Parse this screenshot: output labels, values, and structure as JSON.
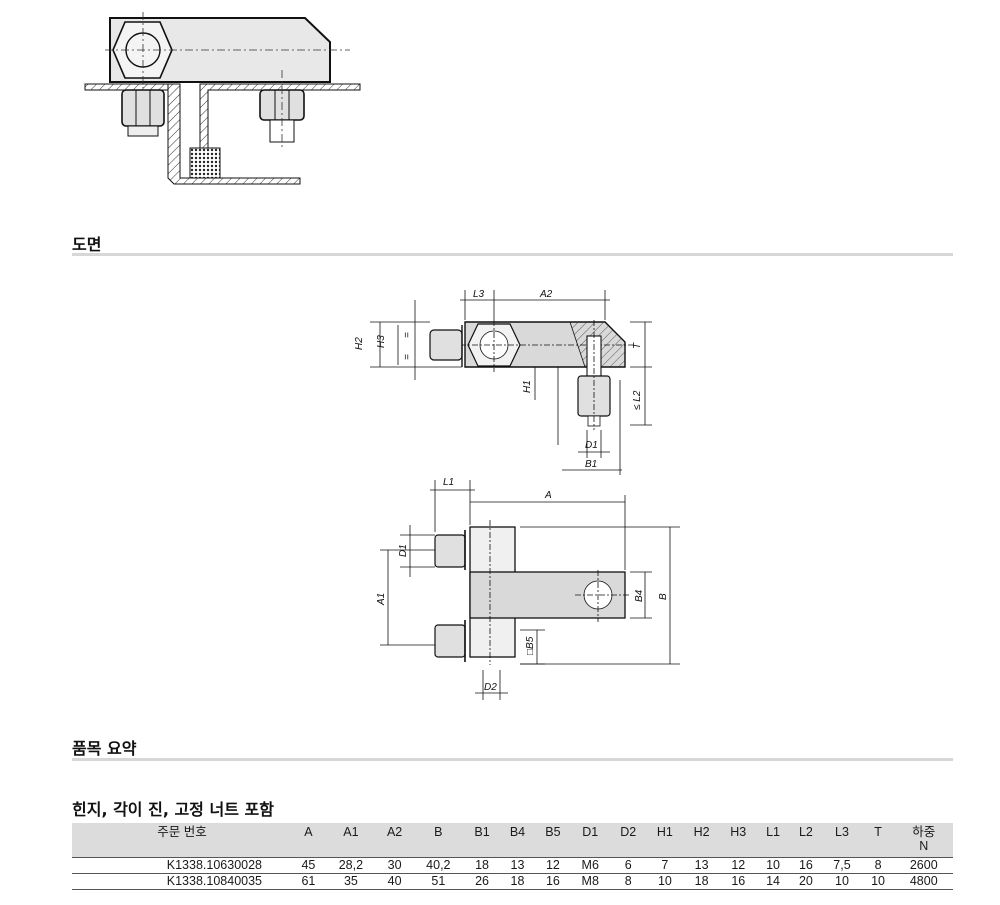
{
  "sections": {
    "drawing_title": "도면",
    "summary_title": "품목 요약"
  },
  "product": {
    "title": "힌지, 각이 진, 고정 너트 포함"
  },
  "drawing_labels": {
    "L3": "L3",
    "A2": "A2",
    "H2": "H2",
    "H3": "H3",
    "eq1": "=",
    "eq2": "=",
    "T": "T",
    "L2": "≤ L2",
    "H1": "H1",
    "D1": "D1",
    "B1": "B1",
    "L1": "L1",
    "A": "A",
    "D1b": "D1",
    "A1": "A1",
    "B4": "B4",
    "B": "B",
    "B5": "□B5",
    "D2": "D2"
  },
  "table": {
    "headers": [
      "주문 번호",
      "A",
      "A1",
      "A2",
      "B",
      "B1",
      "B4",
      "B5",
      "D1",
      "D2",
      "H1",
      "H2",
      "H3",
      "L1",
      "L2",
      "L3",
      "T",
      "하중\nN"
    ],
    "rows": [
      [
        "K1338.10630028",
        "45",
        "28,2",
        "30",
        "40,2",
        "18",
        "13",
        "12",
        "M6",
        "6",
        "7",
        "13",
        "12",
        "10",
        "16",
        "7,5",
        "8",
        "2600"
      ],
      [
        "K1338.10840035",
        "61",
        "35",
        "40",
        "51",
        "26",
        "18",
        "16",
        "M8",
        "8",
        "10",
        "18",
        "16",
        "14",
        "20",
        "10",
        "10",
        "4800"
      ]
    ]
  }
}
